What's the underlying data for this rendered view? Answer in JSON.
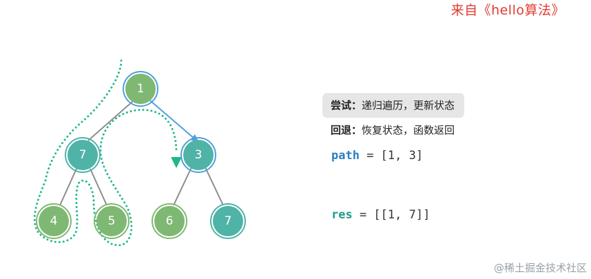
{
  "source_label": "来自《hello算法》",
  "watermark": "@稀土掘金技术社区",
  "tree": {
    "nodes": [
      {
        "id": "n1",
        "label": "1"
      },
      {
        "id": "n2",
        "label": "7"
      },
      {
        "id": "n3",
        "label": "3"
      },
      {
        "id": "n4",
        "label": "4"
      },
      {
        "id": "n5",
        "label": "5"
      },
      {
        "id": "n6",
        "label": "6"
      },
      {
        "id": "n7",
        "label": "7"
      }
    ]
  },
  "legend": {
    "try_label": "尝试：",
    "try_text": "递归遍历，更新状态",
    "back_label": "回退：",
    "back_text": "恢复状态，函数返回"
  },
  "code": {
    "path_var": "path",
    "path_value": " = [1, 3]",
    "res_var": "res",
    "res_value": " = [[1, 7]]"
  },
  "colors": {
    "green_node": "#7fb873",
    "teal_node": "#4fb3a7",
    "edge_gray": "#8d8d8d",
    "edge_active": "#4ea0dc",
    "ring_active": "#4ea0dc",
    "dotted_path": "#1fb88a"
  }
}
